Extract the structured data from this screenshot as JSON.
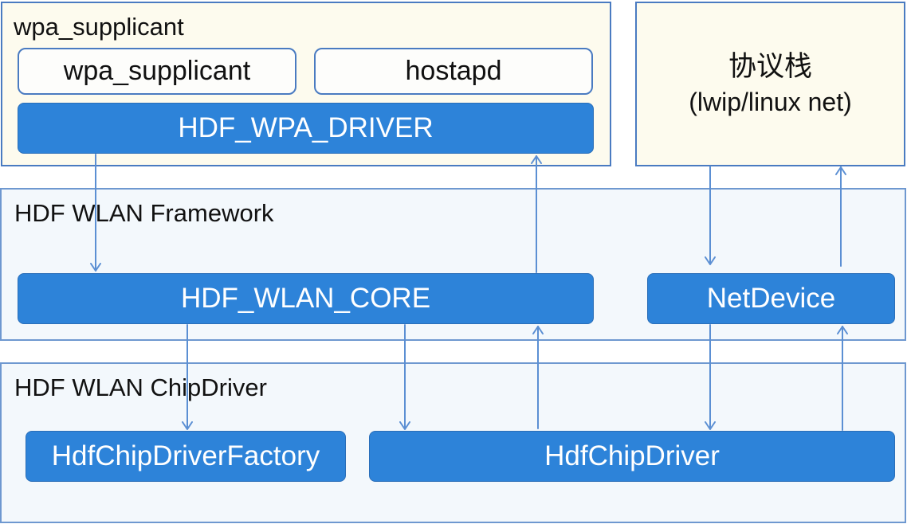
{
  "wpa_region": {
    "title": "wpa_supplicant",
    "boxes": {
      "wpa_supplicant": "wpa_supplicant",
      "hostapd": "hostapd",
      "wpa_driver": "HDF_WPA_DRIVER"
    }
  },
  "stack_region": {
    "title": "协议栈",
    "subtitle": "(lwip/linux net)"
  },
  "framework_region": {
    "title": "HDF WLAN Framework",
    "core": "HDF_WLAN_CORE",
    "netdevice": "NetDevice"
  },
  "chipdriver_region": {
    "title": "HDF WLAN ChipDriver",
    "factory": "HdfChipDriverFactory",
    "driver": "HdfChipDriver"
  },
  "colors": {
    "border": "#4a7bc1",
    "box_blue": "#2d83d9",
    "cream": "#fdfbee",
    "panel": "#f3f8fc",
    "arrow": "#5b8fd3"
  }
}
